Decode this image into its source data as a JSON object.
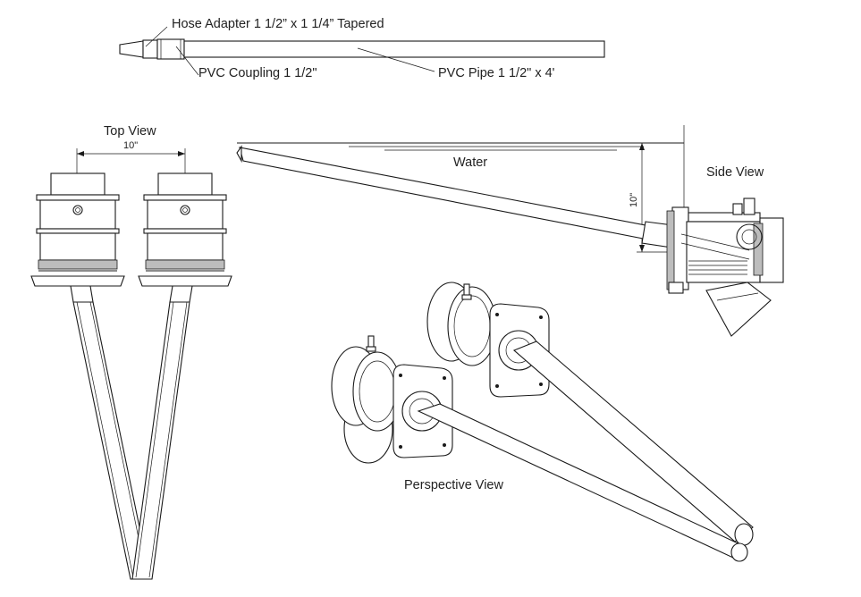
{
  "parts": {
    "hose_adapter": "Hose Adapter 1 1/2” x 1 1/4” Tapered",
    "pvc_coupling": "PVC Coupling 1 1/2\"",
    "pvc_pipe": "PVC Pipe 1 1/2\" x 4'"
  },
  "top_view": {
    "title": "Top View",
    "spacing": "10\""
  },
  "side_view": {
    "title": "Side View",
    "water_label": "Water",
    "depth": "10\""
  },
  "perspective_view": {
    "title": "Perspective View"
  }
}
